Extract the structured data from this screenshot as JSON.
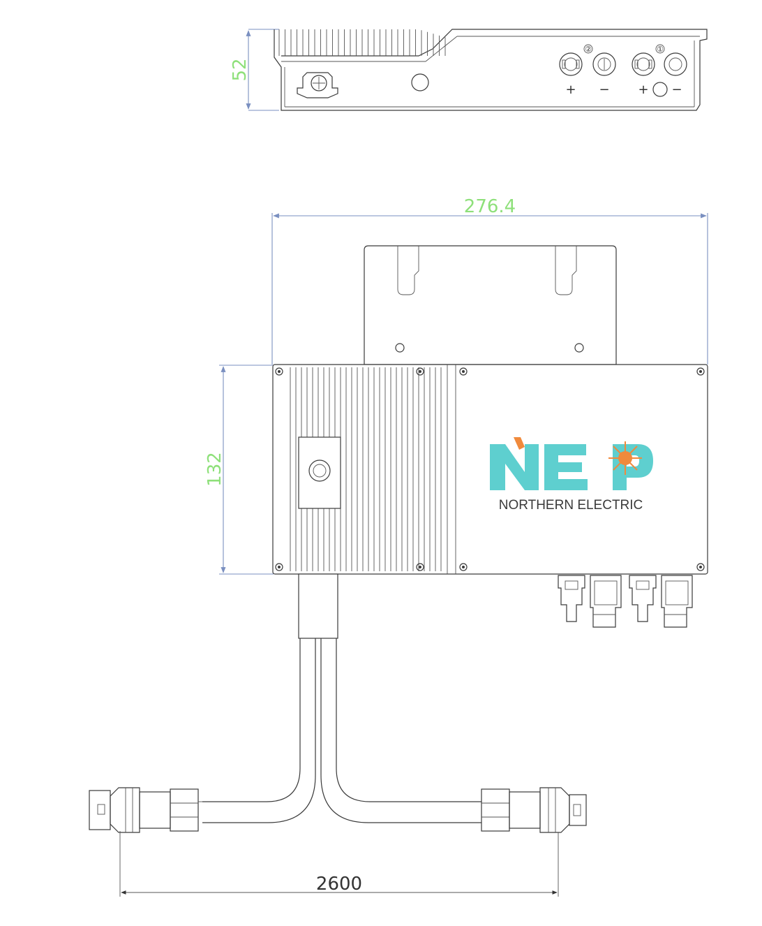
{
  "dimensions": {
    "side_height": "52",
    "top_width": "276.4",
    "body_height": "132",
    "cable_length": "2600"
  },
  "connector_labels": {
    "circle_1": "①",
    "circle_2": "②",
    "plus": "+",
    "minus": "−"
  },
  "brand": {
    "logo_letters": "NEP",
    "name": "NORTHERN ELECTRIC",
    "logo_teal": "#5ecfcf",
    "logo_orange": "#f08a3c"
  },
  "colors": {
    "dimension_text": "#8ee07a",
    "dimension_line": "#7a8fc0",
    "outline": "#3a3a3a"
  }
}
